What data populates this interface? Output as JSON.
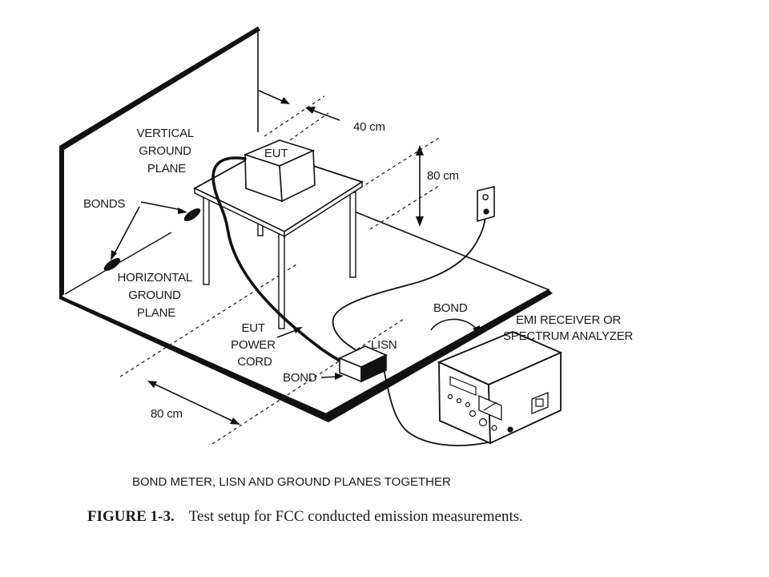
{
  "labels": {
    "vertical_ground_plane": [
      "VERTICAL",
      "GROUND",
      "PLANE"
    ],
    "eut": "EUT",
    "bonds": "BONDS",
    "horizontal_ground_plane": [
      "HORIZONTAL",
      "GROUND",
      "PLANE"
    ],
    "dim_40cm": "40 cm",
    "dim_80cm_height": "80 cm",
    "dim_80cm_floor": "80 cm",
    "bond_receiver": "BOND",
    "emi_receiver": [
      "EMI RECEIVER OR",
      "SPECTRUM ANALYZER"
    ],
    "lisn": "LISN",
    "eut_power_cord": [
      "EUT",
      "POWER",
      "CORD"
    ],
    "bond_lisn": "BOND"
  },
  "note": "BOND METER, LISN AND GROUND PLANES TOGETHER",
  "caption": {
    "number": "FIGURE 1-3.",
    "text": "Test setup for FCC conducted emission measurements."
  }
}
